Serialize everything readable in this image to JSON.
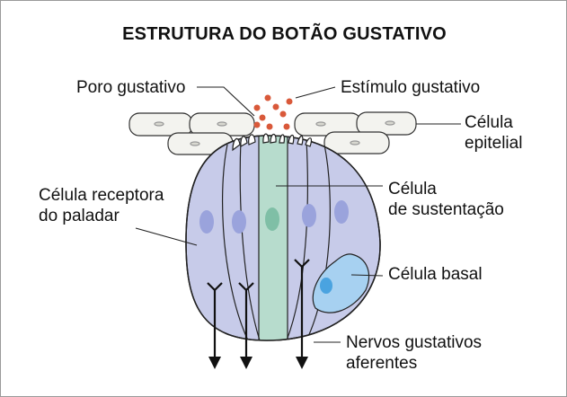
{
  "title": "ESTRUTURA DO BOTÃO GUSTATIVO",
  "labels": {
    "taste_pore": "Poro gustativo",
    "taste_stimulus": "Estímulo gustativo",
    "epithelial_cell": [
      "Célula",
      "epitelial"
    ],
    "receptor_cell": [
      "Célula receptora",
      "do paladar"
    ],
    "supporting_cell": [
      "Célula",
      "de sustentação"
    ],
    "basal_cell": "Célula basal",
    "afferent_nerves": [
      "Nervos gustativos",
      "aferentes"
    ]
  },
  "colors": {
    "receptor_cell_fill": "#c7cbe9",
    "receptor_nucleus": "#9aa3dc",
    "supporting_cell_fill": "#b7dccd",
    "supporting_nucleus": "#7fbfa6",
    "basal_cell_fill": "#a7d1f1",
    "basal_nucleus": "#4aa3e0",
    "epithelial_fill": "#f3f3ef",
    "stimulus_dots": "#d9593a",
    "outline": "#222222"
  }
}
